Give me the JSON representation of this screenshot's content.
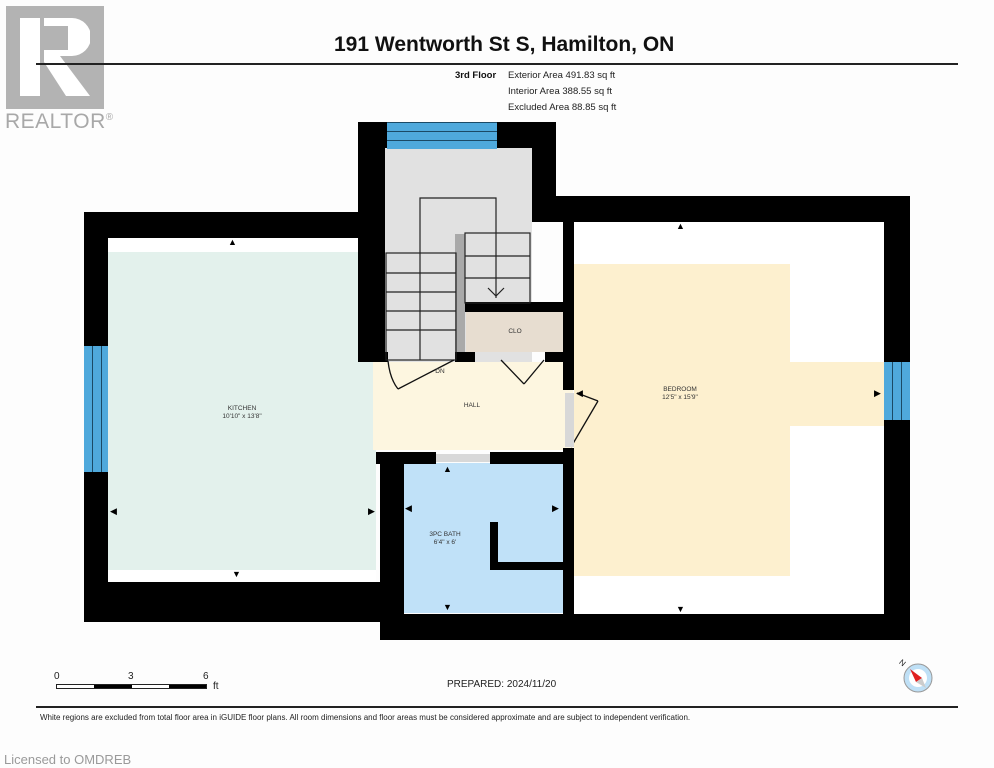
{
  "branding": {
    "logo_letter": "R",
    "logo_text": "REALTOR",
    "registered_mark": "®"
  },
  "header": {
    "title": "191 Wentworth St S, Hamilton, ON",
    "floor": "3rd Floor",
    "areas": [
      "Exterior Area 491.83 sq ft",
      "Interior Area 388.55 sq ft",
      "Excluded Area 88.85 sq ft"
    ]
  },
  "rooms": {
    "kitchen": {
      "name": "KITCHEN",
      "dims": "10'10\" x 13'8\"",
      "color": "#e3f1ec"
    },
    "hall": {
      "name": "HALL",
      "color": "#fdf6e0"
    },
    "closet": {
      "name": "CLO",
      "color": "#e7ddd0"
    },
    "bath": {
      "name": "3PC BATH",
      "dims": "6'4\" x 6'",
      "color": "#c0e1f8"
    },
    "bedroom": {
      "name": "BEDROOM",
      "dims": "12'5\" x 15'9\"",
      "color": "#fdf0cf"
    },
    "stairs": {
      "label": "DN",
      "color": "#e1e1e1"
    }
  },
  "colors": {
    "wall": "#000000",
    "window": "#4fa9dc"
  },
  "scale": {
    "ticks": [
      "0",
      "3",
      "6"
    ],
    "unit": "ft"
  },
  "compass": {
    "label": "N"
  },
  "footer": {
    "prepared": "PREPARED: 2024/11/20",
    "disclaimer": "White regions are excluded from total floor area in iGUIDE floor plans. All room dimensions and floor areas must be considered approximate and are subject to independent verification.",
    "licensed": "Licensed to OMDREB"
  }
}
